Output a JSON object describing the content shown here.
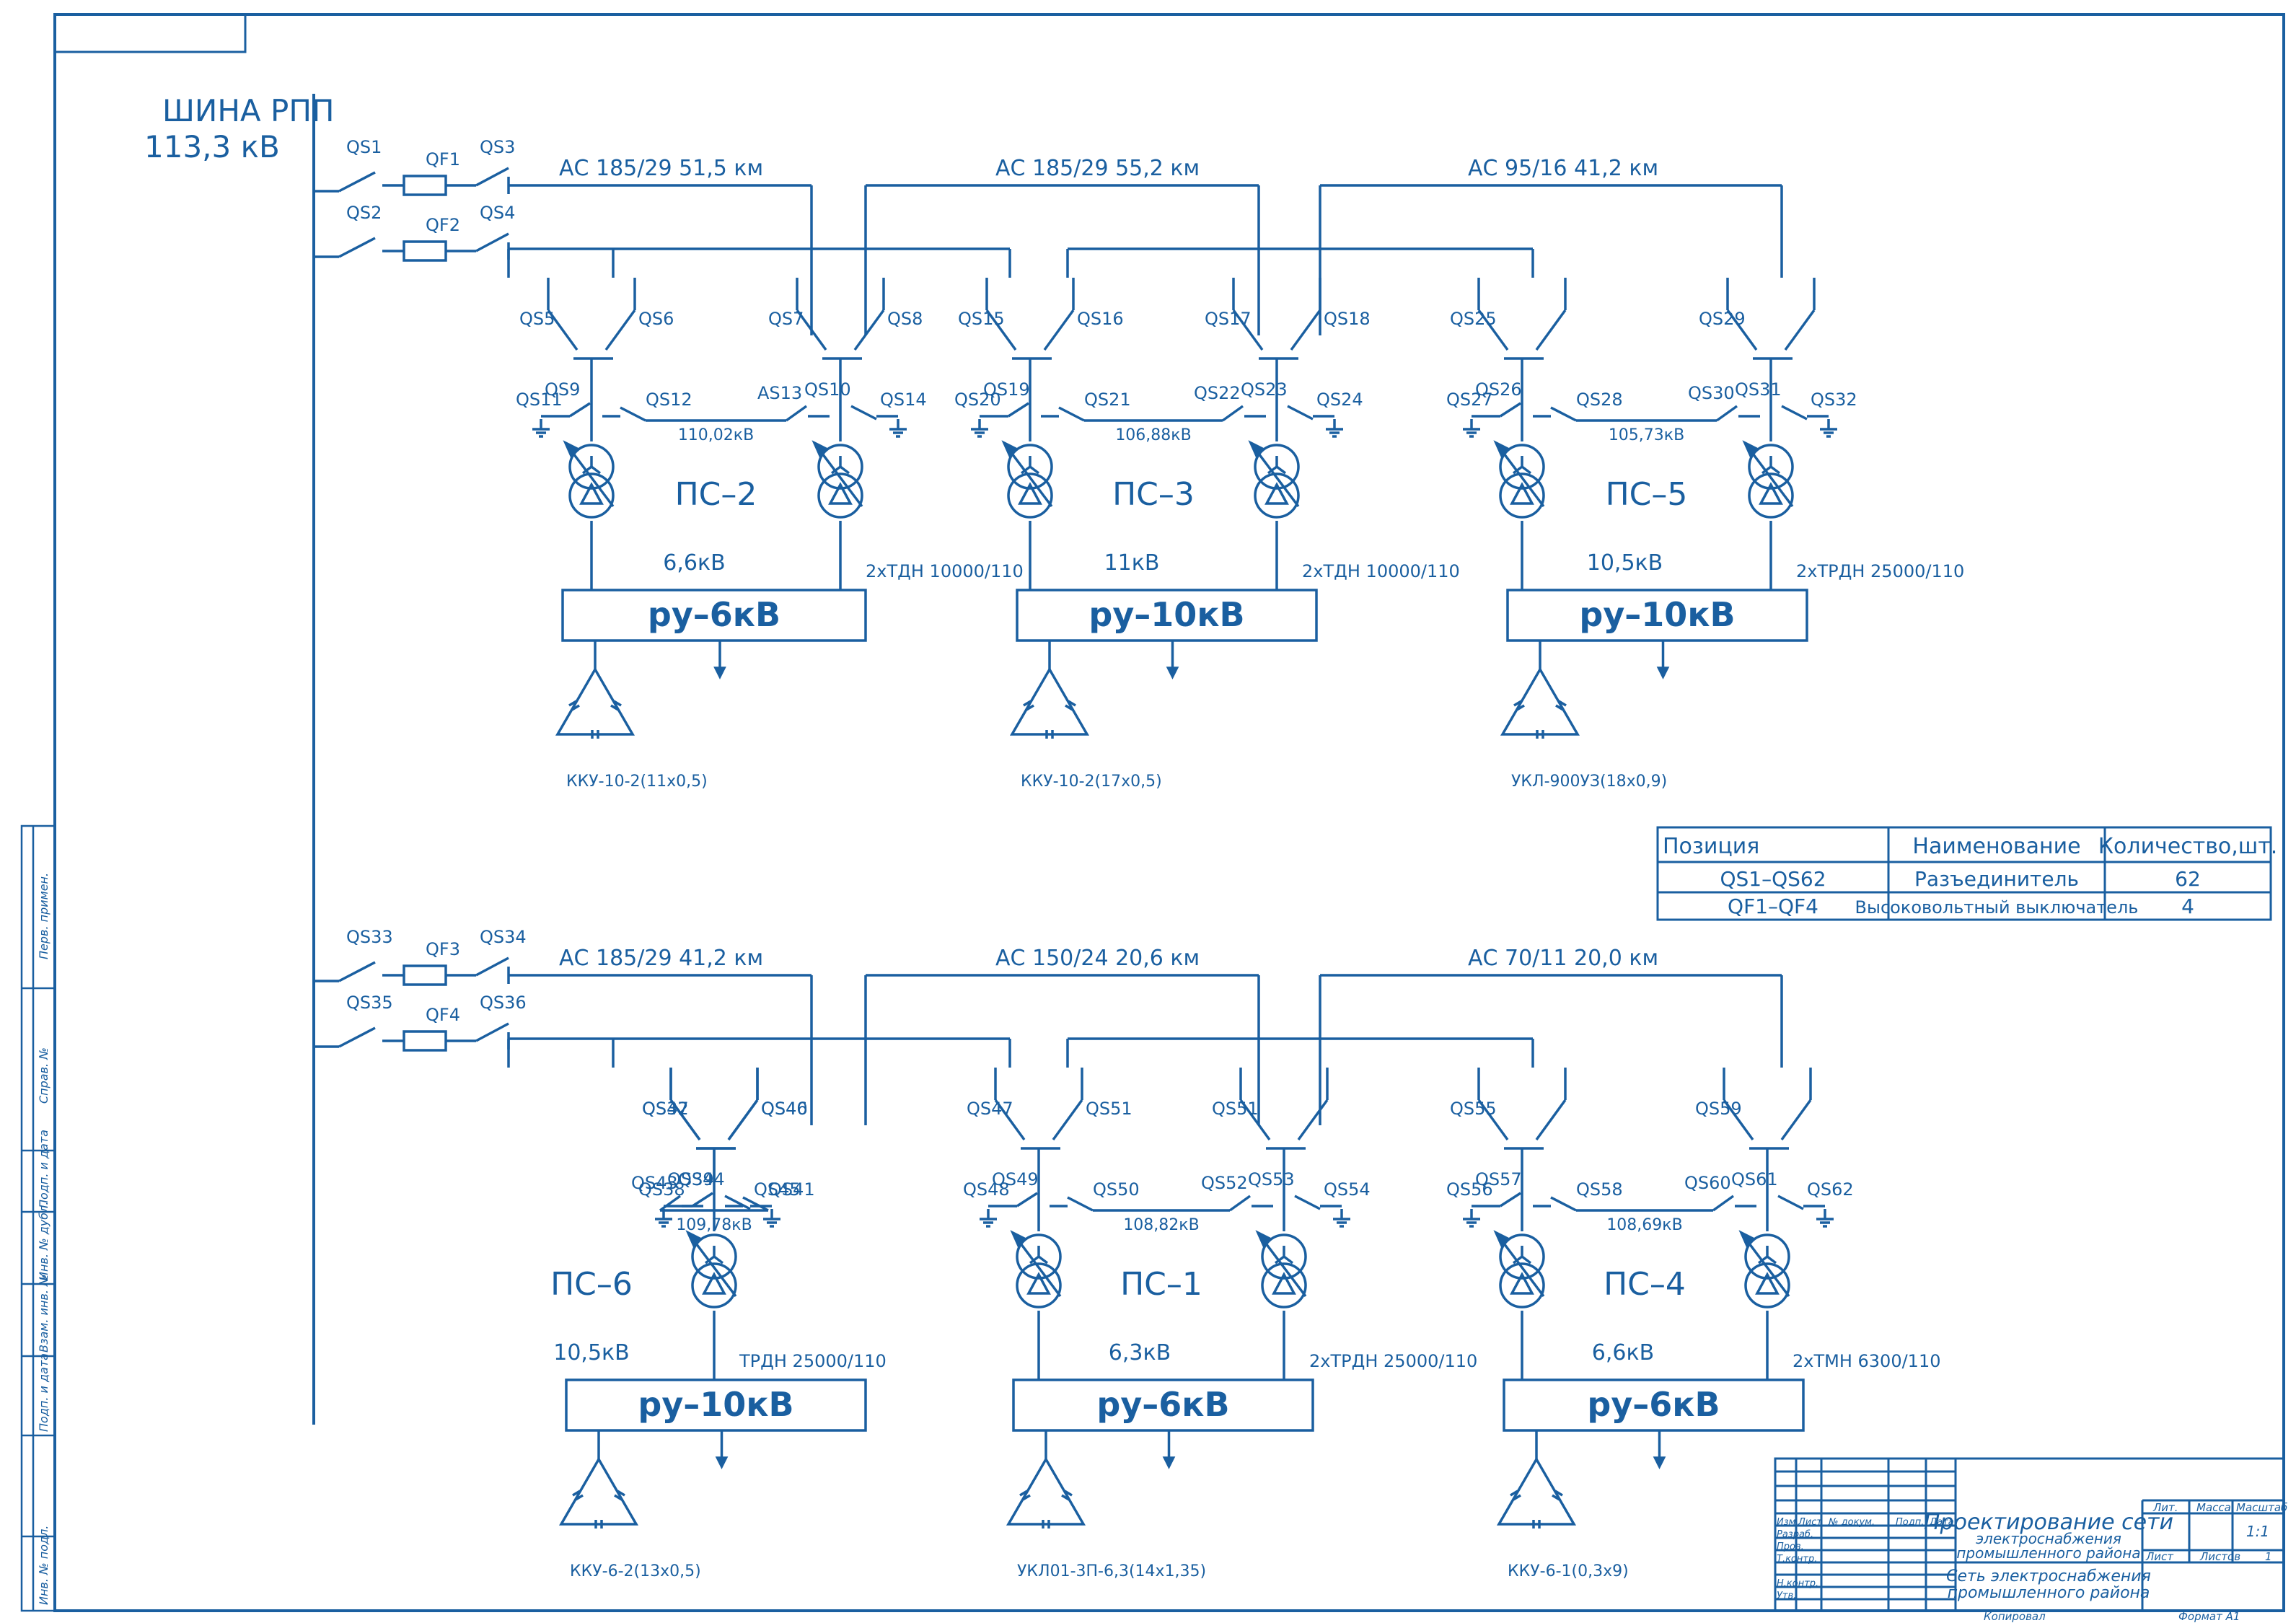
{
  "title": "ШИНА РПП",
  "bus_voltage": "113,3 кВ",
  "groups": [
    {
      "top": {
        "qs_a": "QS1",
        "qf_a": "QF1",
        "qs_b": "QS3",
        "qs_c": "QS2",
        "qf_b": "QF2",
        "qs_d": "QS4"
      },
      "lines": [
        "АС 185/29  51,5 км",
        "АС 185/29 55,2 км",
        "АС 95/16  41,2 км"
      ],
      "substations": [
        {
          "name": "ПС–2",
          "ru": "ру–6кВ",
          "bus_v": "110,02кВ",
          "lv_v": "6,6кВ",
          "trans": "2хТДН 10000/110",
          "comp": "ККУ-10-2(11х0,5)",
          "labels": [
            "QS5",
            "QS6",
            "QS7",
            "QS8",
            "QS11",
            "QS9",
            "QS12",
            "AS13",
            "QS10",
            "QS14"
          ]
        },
        {
          "name": "ПС–3",
          "ru": "ру–10кВ",
          "bus_v": "106,88кВ",
          "lv_v": "11кВ",
          "trans": "2хТДН 10000/110",
          "comp": "ККУ-10-2(17х0,5)",
          "labels": [
            "QS15",
            "QS16",
            "QS17",
            "QS18",
            "QS20",
            "QS19",
            "QS21",
            "QS22",
            "QS23",
            "QS24"
          ]
        },
        {
          "name": "ПС–5",
          "ru": "ру–10кВ",
          "bus_v": "105,73кВ",
          "lv_v": "10,5кВ",
          "trans": "2хТРДН 25000/110",
          "comp": "УКЛ-900УЗ(18х0,9)",
          "labels": [
            "QS25",
            "",
            "QS29",
            "",
            "QS27",
            "QS26",
            "QS28",
            "QS30",
            "QS31",
            "QS32"
          ]
        }
      ]
    },
    {
      "top": {
        "qs_a": "QS33",
        "qf_a": "QF3",
        "qs_b": "QS34",
        "qs_c": "QS35",
        "qf_b": "QF4",
        "qs_d": "QS36"
      },
      "lines": [
        "АС 185/29  41,2 км",
        "АС  150/24   20,6 км",
        "АС 70/11  20,0 км"
      ],
      "substations": [
        {
          "name": "ПС–6",
          "ru": "ру–10кВ",
          "bus_v": "109,78кВ",
          "lv_v": "10,5кВ",
          "trans": "ТРДН 25000/110",
          "comp": "ККУ-6-2(13х0,5)",
          "labels": [
            "QS37",
            "QS40",
            "QS42",
            "QS46",
            "QS38",
            "QS39",
            "QS41",
            "QS43",
            "QS44",
            "QS45"
          ]
        },
        {
          "name": "ПС–1",
          "ru": "ру–6кВ",
          "bus_v": "108,82кВ",
          "lv_v": "6,3кВ",
          "trans": "2хТРДН 25000/110",
          "comp": "УКЛ01-3П-6,3(14х1,35)",
          "labels": [
            "QS47",
            "QS51",
            "QS51",
            "",
            "QS48",
            "QS49",
            "QS50",
            "QS52",
            "QS53",
            "QS54"
          ]
        },
        {
          "name": "ПС–4",
          "ru": "ру–6кВ",
          "bus_v": "108,69кВ",
          "lv_v": "6,6кВ",
          "trans": "2хТМН 6300/110",
          "comp": "ККУ-6-1(0,3х9)",
          "labels": [
            "QS55",
            "",
            "QS59",
            "",
            "QS56",
            "QS57",
            "QS58",
            "QS60",
            "QS61",
            "QS62"
          ]
        }
      ]
    }
  ],
  "spec_table": {
    "headers": [
      "Позиция",
      "Наименование",
      "Количество,шт."
    ],
    "rows": [
      [
        "QS1–QS62",
        "Разъединитель",
        "62"
      ],
      [
        "QF1–QF4",
        "Высоковольтный выключатель",
        "4"
      ]
    ]
  },
  "title_block": {
    "project": "Проектирование сети",
    "project_sub1": "электроснабжения",
    "project_sub2": "промышленного района",
    "sheet_title1": "Сеть электроснабжения",
    "sheet_title2": "промышленного района",
    "col_headers": [
      "Изм.",
      "Лист",
      "№ докум.",
      "Подп.",
      "Дата"
    ],
    "roles": [
      "Разраб.",
      "Пров.",
      "Т.контр.",
      "",
      "Н.контр.",
      "Утв."
    ],
    "lit": "Лит.",
    "mass": "Масса",
    "scale": "Масштаб",
    "scale_val": "1:1",
    "sheet": "Лист",
    "sheets": "Листов",
    "sheets_val": "1",
    "copied": "Копировал",
    "format": "Формат  А1"
  },
  "side_stamp": [
    "Перв. примен.",
    "Справ. №",
    "Подп. и дата",
    "Инв. № дубл.",
    "Взам. инв. №",
    "Подп. и дата",
    "Инв. № подл."
  ]
}
